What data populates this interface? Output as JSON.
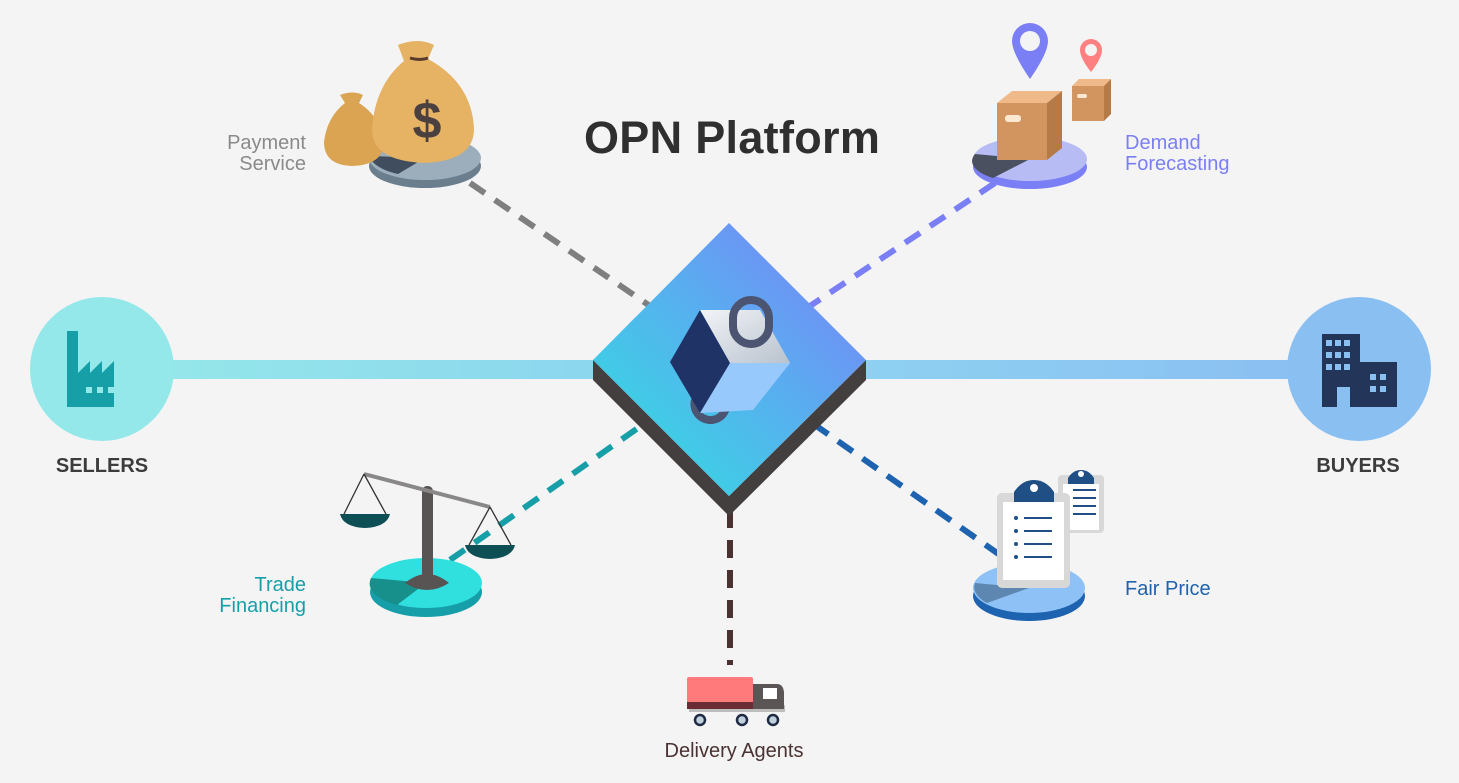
{
  "title": "OPN Platform",
  "hub": {
    "name": "OPN Platform",
    "icon": "cube-lock-icon"
  },
  "endpoints": {
    "sellers": {
      "label": "SELLERS",
      "icon": "factory-icon",
      "color": "#95e8ea"
    },
    "buyers": {
      "label": "BUYERS",
      "icon": "office-building-icon",
      "color": "#8cbff2"
    }
  },
  "services": {
    "payment": {
      "line1": "Payment",
      "line2": "Service",
      "icon": "money-bags-icon",
      "color": "#8a8a8a"
    },
    "demand": {
      "line1": "Demand",
      "line2": "Forecasting",
      "icon": "boxes-location-icon",
      "color": "#7b7ff5"
    },
    "trade": {
      "line1": "Trade",
      "line2": "Financing",
      "icon": "balance-scale-icon",
      "color": "#179fa8"
    },
    "fair": {
      "label": "Fair Price",
      "icon": "clipboard-icon",
      "color": "#1e63b0"
    },
    "delivery": {
      "label": "Delivery Agents",
      "icon": "truck-icon",
      "color": "#4a3232"
    }
  }
}
